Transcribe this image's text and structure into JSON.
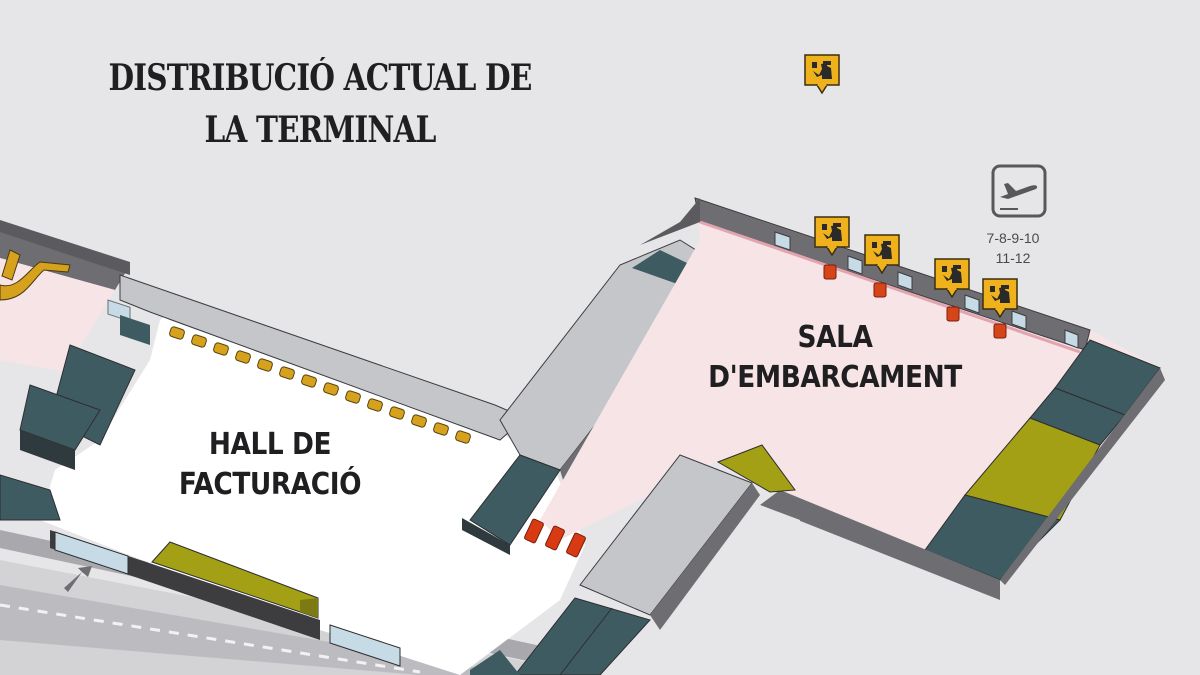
{
  "title": {
    "line1": "DISTRIBUCIÓ ACTUAL DE",
    "line2": "LA TERMINAL"
  },
  "zones": {
    "hall": {
      "line1": "HALL DE",
      "line2": "FACTURACIÓ",
      "floor_color": "#ffffff"
    },
    "sala": {
      "line1": "SALA",
      "line2": "D'EMBARCAMENT",
      "floor_color": "#f6e4e6"
    }
  },
  "gates": {
    "icon": "departures-plane-icon",
    "line1": "7-8-9-10",
    "line2": "11-12"
  },
  "markers": {
    "icon": "passport-control-icon",
    "count": 5,
    "color": "#f0b21c"
  },
  "legend_colors": {
    "background": "#e6e6e8",
    "wall": "#6d6d72",
    "block_light": "#c4c6c9",
    "block_dark": "#3f5b62",
    "retail_olive": "#a4a016",
    "checkin_counters": "#d6a21d",
    "red_items": "#d83a14",
    "glass": "#c6dbe6"
  }
}
